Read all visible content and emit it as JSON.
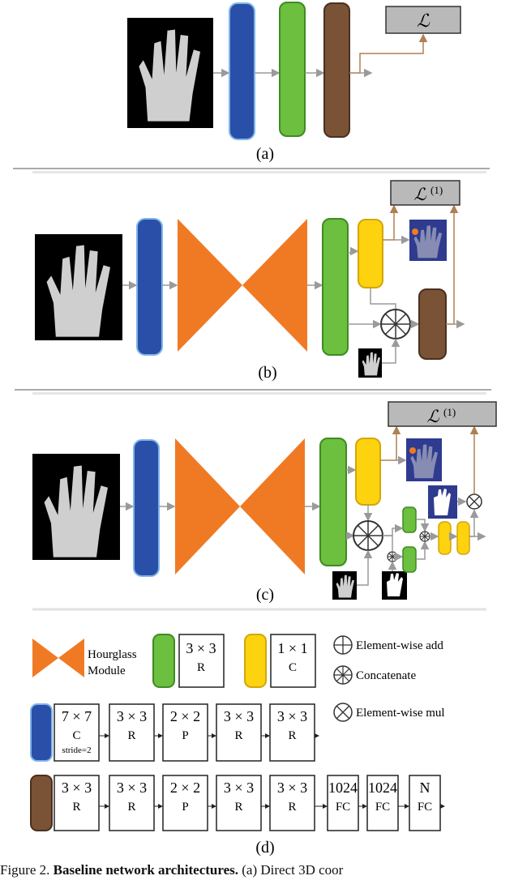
{
  "panels": {
    "a": {
      "label": "(a)",
      "loss": "ℒ"
    },
    "b": {
      "label": "(b)",
      "loss": "ℒ",
      "loss_sup": "(1)"
    },
    "c": {
      "label": "(c)",
      "loss": "ℒ",
      "loss_sup": "(1)"
    },
    "d": {
      "label": "(d)"
    }
  },
  "legend": {
    "hourglass_line1": "Hourglass",
    "hourglass_line2": "Module",
    "green_block": {
      "top": "3 × 3",
      "bottom": "R"
    },
    "yellow_block": {
      "top": "1 × 1",
      "bottom": "C"
    },
    "ops": [
      {
        "symbol": "add",
        "label": "Element-wise add"
      },
      {
        "symbol": "concat",
        "label": "Concatenate"
      },
      {
        "symbol": "mul",
        "label": "Element-wise mul"
      }
    ]
  },
  "blue_row": [
    {
      "top": "7 × 7",
      "bottom": "C",
      "note": "stride=2"
    },
    {
      "top": "3 × 3",
      "bottom": "R"
    },
    {
      "top": "2 × 2",
      "bottom": "P"
    },
    {
      "top": "3 × 3",
      "bottom": "R"
    },
    {
      "top": "3 × 3",
      "bottom": "R"
    }
  ],
  "brown_row": [
    {
      "top": "3 × 3",
      "bottom": "R"
    },
    {
      "top": "3 × 3",
      "bottom": "R"
    },
    {
      "top": "2 × 2",
      "bottom": "P"
    },
    {
      "top": "3 × 3",
      "bottom": "R"
    },
    {
      "top": "3 × 3",
      "bottom": "R"
    },
    {
      "top": "1024",
      "bottom": "FC"
    },
    {
      "top": "1024",
      "bottom": "FC"
    },
    {
      "top": "N",
      "bottom": "FC"
    }
  ],
  "caption": {
    "prefix": "Figure 2. ",
    "bold": "Baseline network architectures.",
    "rest": " (a) Direct 3D coor"
  },
  "colors": {
    "blue": "#2a4fa8",
    "green": "#6cbf3f",
    "brown": "#7a5236",
    "orange": "#f07a24",
    "yellow": "#fdd20e",
    "arrow_gray": "#9a9a9a",
    "arrow_brown": "#b08050",
    "loss_box": "#b9b9b9"
  }
}
